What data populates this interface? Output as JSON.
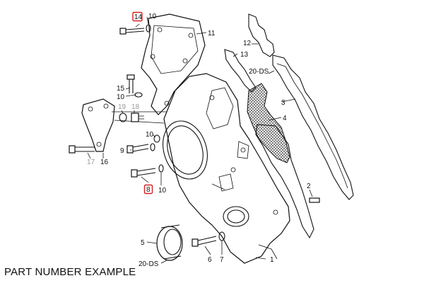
{
  "caption": "PART NUMBER EXAMPLE",
  "highlight_color": "#d62020",
  "muted_label_color": "#9a9a9a",
  "labels": {
    "l14": "14",
    "l10a": "10",
    "l11": "11",
    "l12": "12",
    "l13": "13",
    "l20a": "20-DS",
    "l3": "3",
    "l4": "4",
    "l15": "15",
    "l10b": "10",
    "l19": "19",
    "l18": "18",
    "l10c": "10",
    "l9": "9",
    "l17": "17",
    "l16": "16",
    "l8": "8",
    "l10d": "10",
    "l2": "2",
    "l5": "5",
    "l6": "6",
    "l7": "7",
    "l20b": "20-DS",
    "l1": "1"
  }
}
